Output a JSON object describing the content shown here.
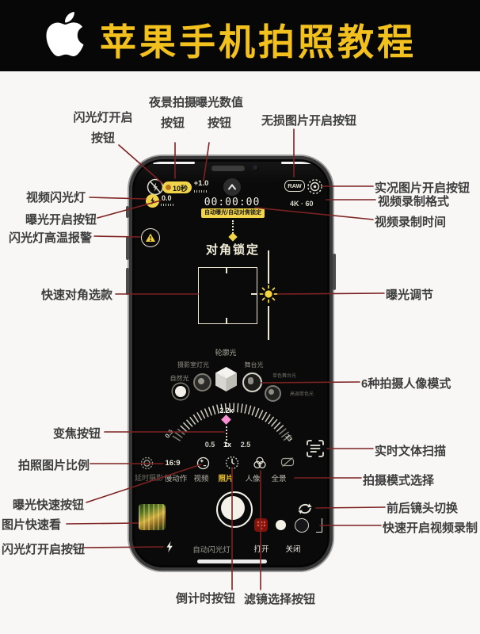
{
  "header": {
    "title": "苹果手机拍照教程"
  },
  "colors": {
    "accent_yellow": "#f2c11e",
    "pointer_line": "#7c2222",
    "zoom_pink": "#f78fd2",
    "ios_yellow": "#f2d44a"
  },
  "phone": {
    "status": {
      "night_timer": "10秒",
      "exposure_value": "+1.0",
      "raw": "RAW",
      "exposure_bias": "0.0",
      "record_time": "00:00:00",
      "video_format": "4K · 60",
      "ae_af_lock": "自动曝光/自动对焦锁定"
    },
    "viewfinder": {
      "lock_text": "对角锁定"
    },
    "portrait": {
      "contour": "轮廓光",
      "studio": "摄影室灯光",
      "stage": "舞台光",
      "natural": "自然光",
      "stage_mono": "单色舞台光",
      "high_key_mono": "高调单色光"
    },
    "dial": {
      "min": "0.5",
      "max": "13",
      "current": "2.2x",
      "presets": [
        "0.5",
        "1x",
        "2.5"
      ]
    },
    "toolbar": {
      "aspect": "16:9"
    },
    "modes": {
      "items": [
        "延时摄影",
        "慢动作",
        "视频",
        "照片",
        "人像",
        "全景"
      ],
      "selected": "照片"
    },
    "flash_menu": {
      "auto": "自动闪光灯",
      "on": "打开",
      "off": "关闭"
    }
  },
  "callouts": {
    "left": [
      {
        "lines": [
          "闪光灯开启",
          "按钮"
        ]
      },
      {
        "lines": [
          "夜景拍摄",
          "按钮"
        ]
      },
      {
        "lines": [
          "曝光数值",
          "按钮"
        ]
      },
      {
        "lines": [
          "无损图片开启按钮"
        ]
      },
      {
        "lines": [
          "视频闪光灯"
        ]
      },
      {
        "lines": [
          "曝光开启按钮"
        ]
      },
      {
        "lines": [
          "闪光灯高温报警"
        ]
      },
      {
        "lines": [
          "快速对角选款"
        ]
      },
      {
        "lines": [
          "变焦按钮"
        ]
      },
      {
        "lines": [
          "拍照图片比例"
        ]
      },
      {
        "lines": [
          "曝光快速按钮"
        ]
      },
      {
        "lines": [
          "图片快速看"
        ]
      },
      {
        "lines": [
          "闪光灯开启按钮"
        ]
      }
    ],
    "right": [
      {
        "lines": [
          "实况图片开启按钮"
        ]
      },
      {
        "lines": [
          "视频录制格式"
        ]
      },
      {
        "lines": [
          "视频录制时间"
        ]
      },
      {
        "lines": [
          "曝光调节"
        ]
      },
      {
        "lines": [
          "6种拍摄人像模式"
        ]
      },
      {
        "lines": [
          "实时文体扫描"
        ]
      },
      {
        "lines": [
          "拍摄模式选择"
        ]
      },
      {
        "lines": [
          "前后镜头切换"
        ]
      },
      {
        "lines": [
          "快速开启视频录制"
        ]
      }
    ],
    "bottom": [
      {
        "lines": [
          "倒计时按钮"
        ]
      },
      {
        "lines": [
          "滤镜选择按钮"
        ]
      }
    ]
  }
}
